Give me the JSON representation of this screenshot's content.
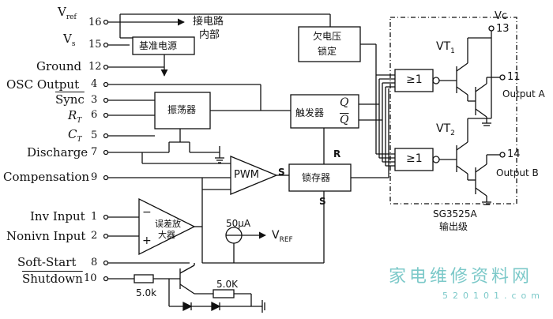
{
  "pins": [
    {
      "id": "vref",
      "label": "Vref",
      "num": "16"
    },
    {
      "id": "vs",
      "label": "Vs",
      "num": "15"
    },
    {
      "id": "ground",
      "label": "Ground",
      "num": "12"
    },
    {
      "id": "osc",
      "label": "OSC Output",
      "num": "4"
    },
    {
      "id": "sync",
      "label": "Sync",
      "num": "3"
    },
    {
      "id": "rt",
      "label": "RT",
      "num": "6"
    },
    {
      "id": "ct",
      "label": "CT",
      "num": "5"
    },
    {
      "id": "discharge",
      "label": "Discharge",
      "num": "7"
    },
    {
      "id": "comp",
      "label": "Compensation",
      "num": "9"
    },
    {
      "id": "inv",
      "label": "Inv Input",
      "num": "1"
    },
    {
      "id": "noninv",
      "label": "Nonivn Input",
      "num": "2"
    },
    {
      "id": "softstart",
      "label": "Soft-Start",
      "num": "8"
    },
    {
      "id": "shutdown",
      "label": "Shutdown",
      "num": "10"
    }
  ],
  "right_pins": [
    {
      "id": "vc",
      "label": "Vc",
      "num": "13"
    },
    {
      "id": "outa_num",
      "num": "11"
    },
    {
      "id": "outb_num",
      "num": "14"
    }
  ],
  "blocks": {
    "ref": "基准电源",
    "connect_text_1": "接电路",
    "connect_text_2": "内部",
    "uvlo_1": "欠电压",
    "uvlo_2": "锁定",
    "osc": "振荡器",
    "flipflop": "触发器",
    "q": "Q",
    "qbar": "Q",
    "pwm": "PWM",
    "latch": "锁存器",
    "r": "R",
    "s_latch_in": "S",
    "s_latch_bottom": "S",
    "ea_minus": "−",
    "ea_plus": "+",
    "ea_1": "误差放",
    "ea_2": "大器",
    "gate": "≥1",
    "vt1": "VT1",
    "vt2": "VT2",
    "out_a": "Output A",
    "out_b": "Output B",
    "chip": "SG3525A",
    "chip_sub": "输出级",
    "current": "50μA",
    "vref_out": "VREF",
    "r1": "5.0k",
    "r2": "5.0K"
  },
  "watermark": {
    "cn": "家电维修资料网",
    "url": "520101.com"
  },
  "colors": {
    "line": "#111111",
    "watermark": "#7cc9c9"
  }
}
